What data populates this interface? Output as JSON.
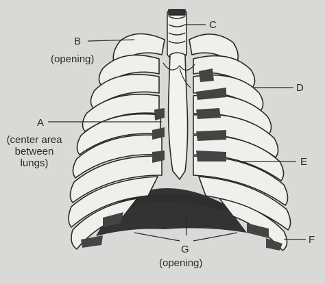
{
  "labels": {
    "a": {
      "letter": "A",
      "note": "(center area\nbetween\nlungs)"
    },
    "b": {
      "letter": "B",
      "note": "(opening)"
    },
    "c": {
      "letter": "C"
    },
    "d": {
      "letter": "D"
    },
    "e": {
      "letter": "E"
    },
    "f": {
      "letter": "F"
    },
    "g": {
      "letter": "G",
      "note": "(opening)"
    }
  },
  "colors": {
    "paper": "#d9d9d7",
    "ink": "#2a2a2a",
    "shadow": "#444444",
    "bone": "#efefec"
  }
}
